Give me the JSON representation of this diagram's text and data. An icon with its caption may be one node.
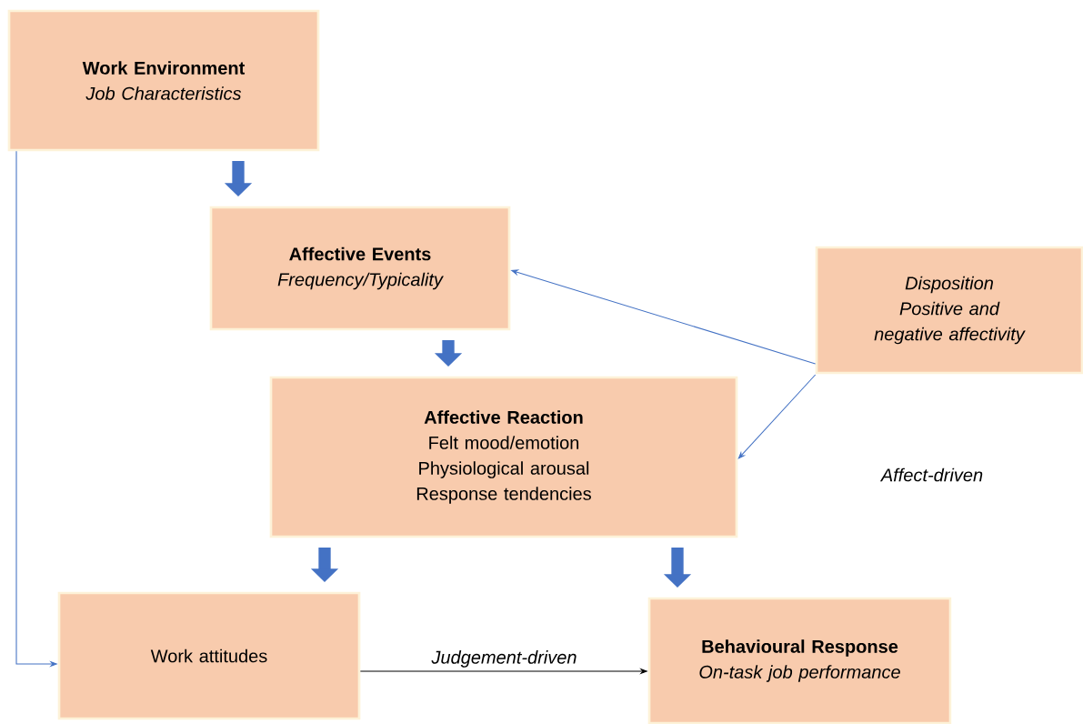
{
  "diagram": {
    "nodes": [
      {
        "text": [
          "Work Environment",
          "Job Characteristics"
        ]
      },
      {
        "text": [
          "Affective Events",
          "Frequency/Typicality"
        ]
      },
      {
        "text": [
          "Disposition",
          "Positive and negative affectivity"
        ]
      },
      {
        "text": [
          "Affective Reaction",
          "Felt mood/emotion",
          "Physiological arousal",
          "Response tendencies"
        ]
      },
      {
        "text": [
          "Work attitudes"
        ]
      },
      {
        "text": [
          "Behavioural Response",
          "On-task job performance"
        ]
      }
    ],
    "edges": [
      {
        "from": 0,
        "to": 1,
        "arrow": "to",
        "style": "thick"
      },
      {
        "from": 1,
        "to": 3,
        "arrow": "to",
        "style": "thick"
      },
      {
        "from": 2,
        "to": 1,
        "arrow": "to"
      },
      {
        "from": 2,
        "to": 3,
        "arrow": "to"
      },
      {
        "from": 3,
        "to": 4,
        "arrow": "to",
        "style": "thick"
      },
      {
        "from": 3,
        "to": 5,
        "arrow": "to",
        "style": "thick"
      },
      {
        "from": 0,
        "to": 4,
        "arrow": "to"
      },
      {
        "from": 4,
        "to": 5,
        "arrow": "to",
        "label": "Judgement-driven",
        "color": "#000000"
      }
    ],
    "labels": [
      "Affect-driven"
    ]
  }
}
